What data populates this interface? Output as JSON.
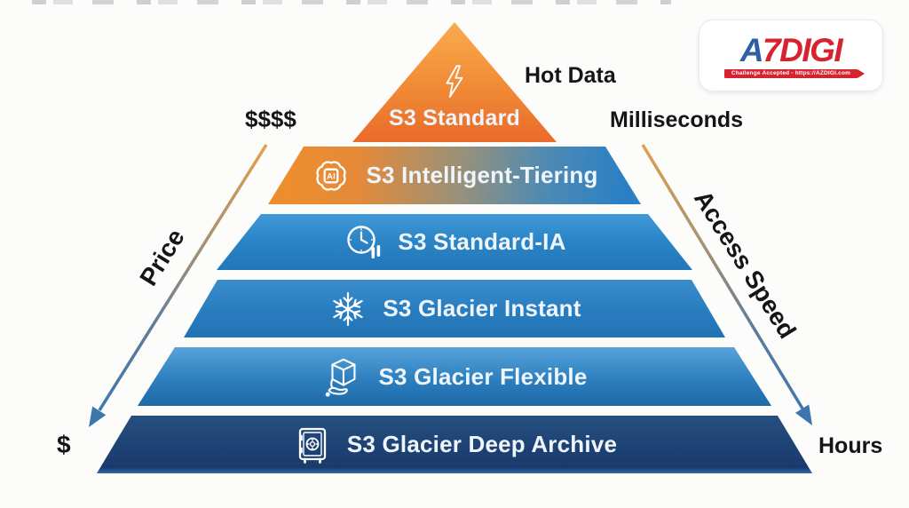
{
  "logo": {
    "brand_first_letter": "A",
    "brand_rest": "7DIGI",
    "tagline": "Challenge Accepted - https://AZDIGI.com"
  },
  "annotations": {
    "left": {
      "top_label": "$$$$",
      "axis_label": "Price",
      "bottom_label": "$"
    },
    "right": {
      "hot_label": "Hot Data",
      "top_label": "Milliseconds",
      "axis_label": "Access Speed",
      "bottom_label": "Hours"
    }
  },
  "pyramid": {
    "tiers": [
      {
        "label": "S3 Standard",
        "icon": "lightning-icon",
        "colors": [
          "#f9ac4e",
          "#ea6a29"
        ]
      },
      {
        "label": "S3 Intelligent-Tiering",
        "icon": "brain-ai-icon",
        "icon_text": "AI",
        "colors": [
          "#ee8e2b",
          "#2a80c4"
        ]
      },
      {
        "label": "S3 Standard-IA",
        "icon": "clock-pause-icon",
        "colors": [
          "#419ad8",
          "#2277b9"
        ]
      },
      {
        "label": "S3 Glacier Instant",
        "icon": "snowflake-icon",
        "colors": [
          "#3a8dca",
          "#2173b4"
        ]
      },
      {
        "label": "S3 Glacier Flexible",
        "icon": "ice-cube-icon",
        "colors": [
          "#57a3da",
          "#1e68a8"
        ]
      },
      {
        "label": "S3 Glacier Deep Archive",
        "icon": "safe-icon",
        "colors": [
          "#27507f",
          "#1a3a6b"
        ]
      }
    ]
  },
  "colors": {
    "hot_orange": "#ee8e2b",
    "cool_blue": "#2a80c4",
    "deep_navy": "#1d4173",
    "arrow_blue": "#3b76ad",
    "brand_blue": "#2e5fa3",
    "brand_red": "#d6232f",
    "text_dark": "#151515",
    "tier_text": "#eef6fc"
  }
}
